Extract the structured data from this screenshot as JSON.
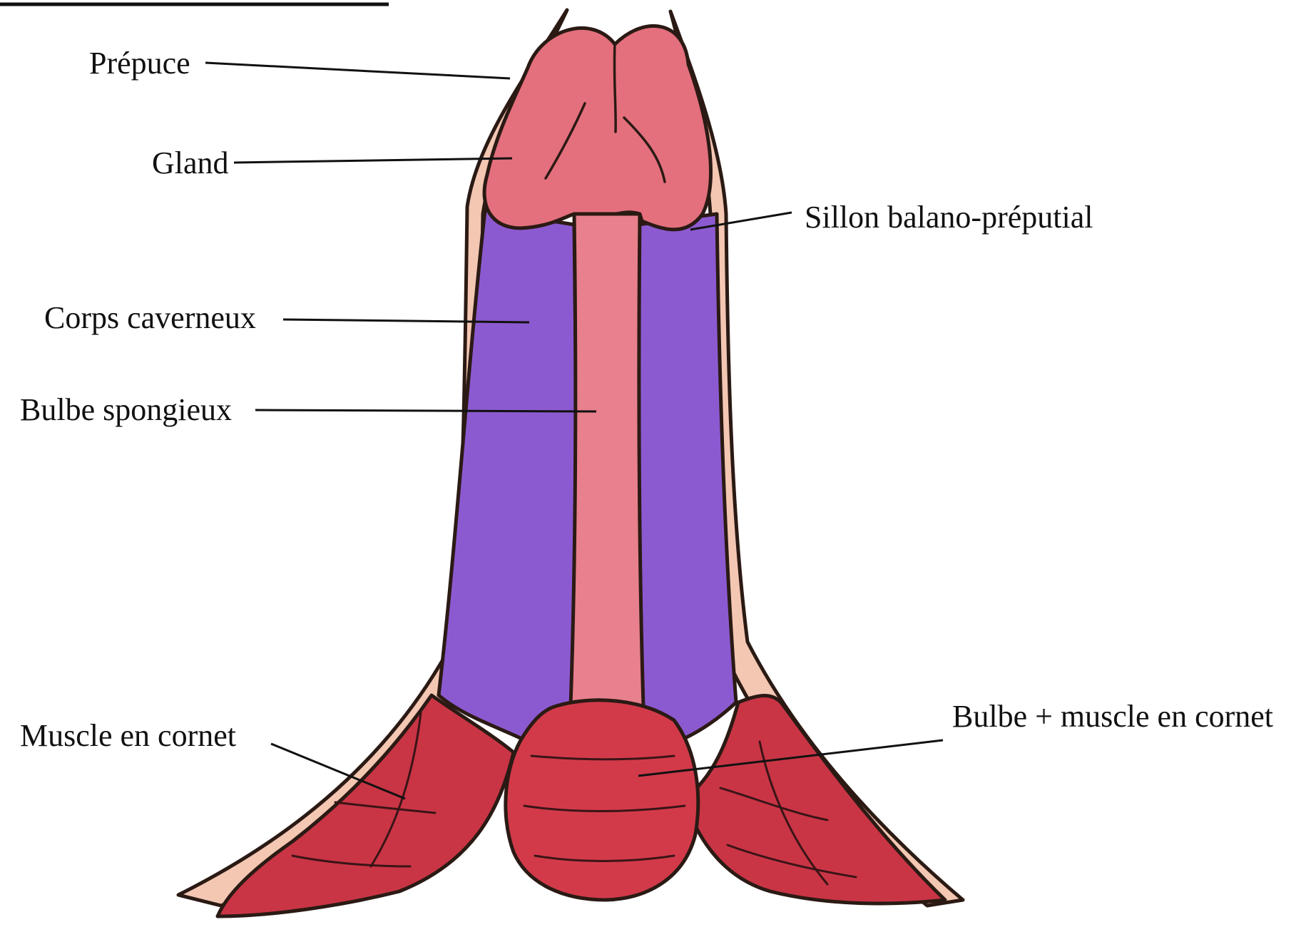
{
  "labels": {
    "prepuce": "Prépuce",
    "gland": "Gland",
    "sillon": "Sillon balano-préputial",
    "corps_caverneux": "Corps caverneux",
    "bulbe_spongieux": "Bulbe spongieux",
    "muscle_cornet": "Muscle en cornet",
    "bulbe_muscle": "Bulbe + muscle en cornet"
  },
  "colors": {
    "skin": "#f4c7b3",
    "glans": "#e4707d",
    "spongy_body": "#e8808d",
    "cavernous_body": "#8c5ad0",
    "muscle": "#c93545",
    "bulb": "#d23a4a",
    "outline": "#2b1a14"
  }
}
